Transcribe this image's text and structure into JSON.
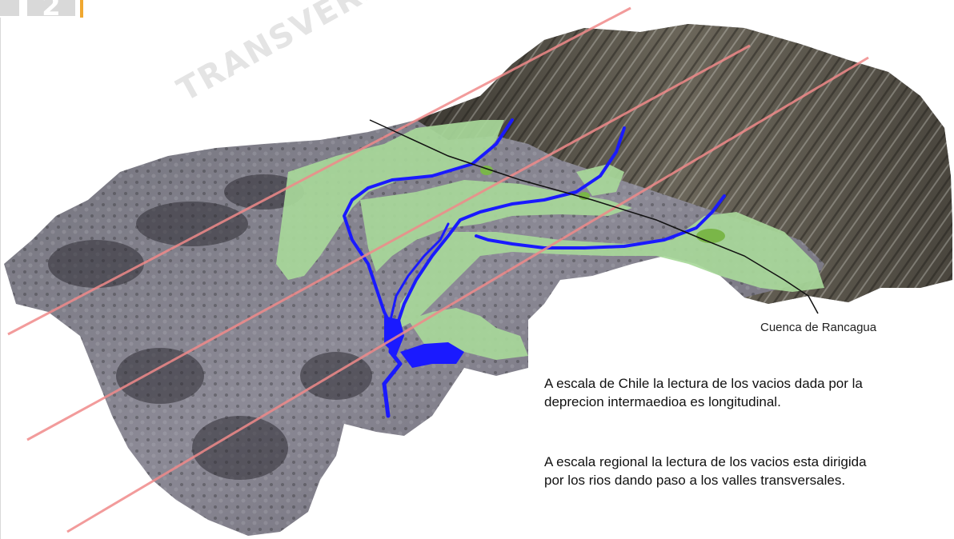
{
  "header": {
    "page_number": "2",
    "accent_color": "#f0a830"
  },
  "watermark": "TRANSVERSAL",
  "map": {
    "labels": {
      "basin": "Cuenca de Rancagua"
    },
    "colors": {
      "valley_fill": "#a8d89a",
      "river": "#1a1aff",
      "transverse_lines": "#f08a8a",
      "city": "#7ab648"
    }
  },
  "captions": [
    {
      "line1": "A escala de Chile la lectura de los vacios dada por la",
      "line2": "deprecion intermaedioa es longitudinal."
    },
    {
      "line1": "A escala regional la lectura de los vacios esta dirigida",
      "line2": "por los rios dando paso a los valles transversales."
    }
  ]
}
